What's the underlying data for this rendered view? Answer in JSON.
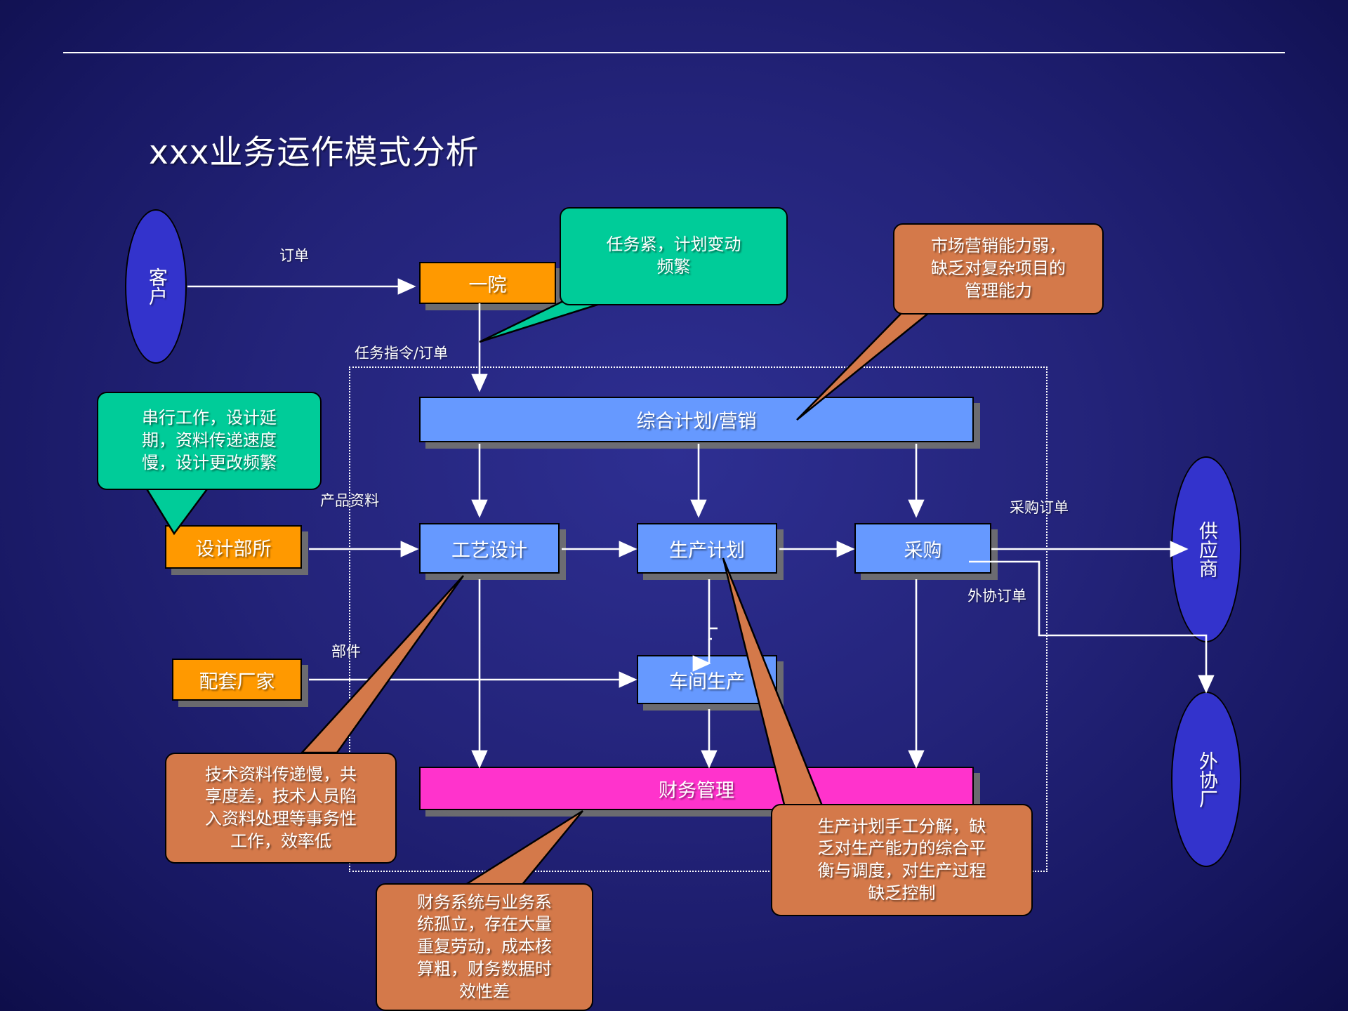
{
  "slide": {
    "title": "xxx业务运作模式分析",
    "colors": {
      "background_dark": "#181863",
      "background_mid": "#2e2f92",
      "orange_entity": "#FF9900",
      "blue_process": "#6699FF",
      "magenta_process": "#FF33CC",
      "ellipse_blue": "#3333CC",
      "callout_green": "#00CC99",
      "callout_brown": "#D4794A",
      "line_white": "#FFFFFF",
      "shadow_gray": "#78786E"
    }
  },
  "entities": {
    "customer": "客户",
    "institute_one": "一院",
    "design_depts": "设计部所",
    "supporting_factory": "配套厂家",
    "supplier": "供应商",
    "outsource_factory": "外协厂"
  },
  "processes": {
    "integrated_plan_marketing": "综合计划/营销",
    "process_design": "工艺设计",
    "production_plan": "生产计划",
    "procurement": "采购",
    "workshop_production": "车间生产",
    "finance_management": "财务管理"
  },
  "flow_labels": {
    "order": "订单",
    "task_order": "任务指令/订单",
    "product_data": "产品资料",
    "parts": "部件",
    "purchase_order": "采购订单",
    "outsource_order": "外协订单"
  },
  "callouts": {
    "tight_task": "任务紧，计划变动\n频繁",
    "weak_marketing": "市场营销能力弱，\n缺乏对复杂项目的\n管理能力",
    "serial_work": "串行工作，设计延\n期，资料传递速度\n慢，设计更改频繁",
    "tech_data_slow": "技术资料传递慢，共\n享度差，技术人员陷\n入资料处理等事务性\n工作，效率低",
    "finance_isolated": "财务系统与业务系\n统孤立，存在大量\n重复劳动，成本核\n算粗，财务数据时\n效性差",
    "manual_plan": "生产计划手工分解，缺\n乏对生产能力的综合平\n衡与调度，对生产过程\n缺乏控制"
  }
}
